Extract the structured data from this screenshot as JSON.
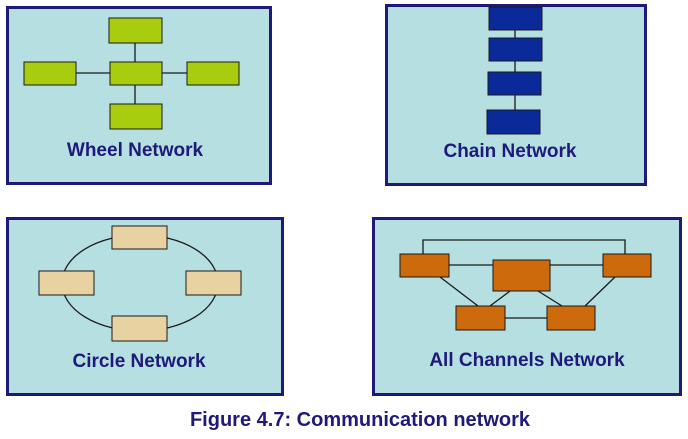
{
  "colors": {
    "panel_fill": "#b5dfe1",
    "panel_border": "#1f1a7a",
    "label_text": "#1f1a7a",
    "wheel_node": "#a8cc0e",
    "chain_node": "#0a2a9a",
    "circle_node": "#e8d2a2",
    "all_channels_node": "#cc6a0c"
  },
  "panels": {
    "wheel": {
      "label": "Wheel Network"
    },
    "chain": {
      "label": "Chain Network"
    },
    "circle": {
      "label": "Circle Network"
    },
    "all_channels": {
      "label": "All Channels Network"
    }
  },
  "caption": "Figure 4.7: Communication network"
}
